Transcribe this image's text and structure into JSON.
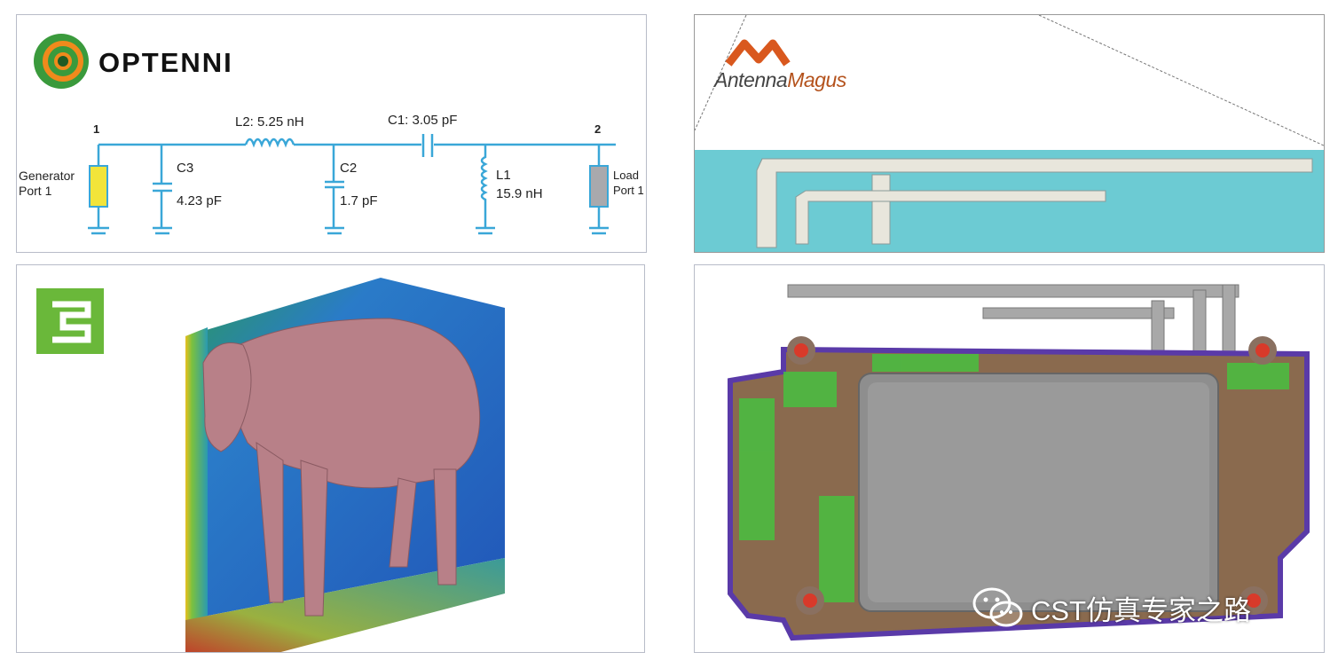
{
  "panels": {
    "optenni": {
      "logo_text": "OPTENNI",
      "port1_number": "1",
      "port2_number": "2",
      "generator_label": "Generator",
      "generator_port": "Port 1",
      "load_label": "Load",
      "load_port": "Port 1",
      "l2": "L2: 5.25 nH",
      "c1": "C1: 3.05 pF",
      "c3_name": "C3",
      "c3_value": "4.23 pF",
      "c2_name": "C2",
      "c2_value": "1.7 pF",
      "l1_name": "L1",
      "l1_value": "15.9 nH",
      "colors": {
        "wire": "#3aa7d8",
        "generator": "#f2e43a",
        "load": "#a9a9ad"
      }
    },
    "antenna_magus": {
      "logo_part1": "Antenna",
      "logo_part2": "Magus",
      "colors": {
        "substrate": "#6ccbd3",
        "trace": "#e8e6dc"
      }
    },
    "sheep_sim": {
      "logo": "cst-logo-icon"
    },
    "pcb": {}
  },
  "watermark": {
    "icon": "wechat-icon",
    "text": "CST仿真专家之路"
  }
}
